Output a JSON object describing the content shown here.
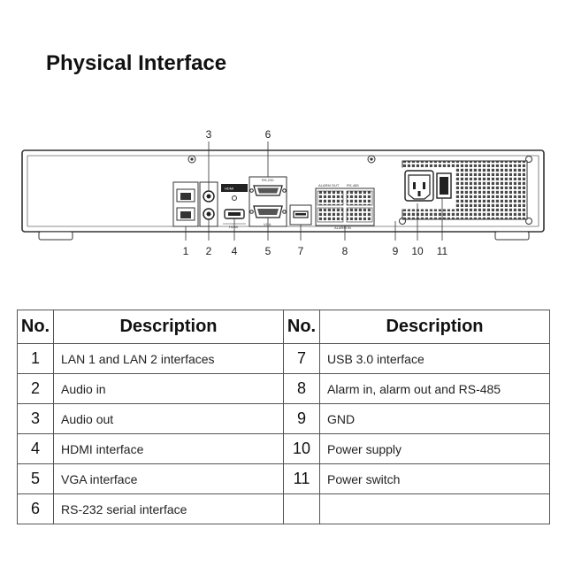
{
  "page_title": "Physical Interface",
  "diagram": {
    "callouts": [
      "1",
      "2",
      "3",
      "4",
      "5",
      "6",
      "7",
      "8",
      "9",
      "10",
      "11"
    ],
    "port_labels": {
      "hdmi_logo": "HDMI",
      "hdmi": "HDMI",
      "vga": "VGA",
      "rs232": "RS-232",
      "alarm_out": "ALARM OUT",
      "rs485": "RS-485",
      "alarm_in": "ALARM IN"
    }
  },
  "table": {
    "headers": {
      "no": "No.",
      "description": "Description"
    },
    "rows": [
      {
        "no_left": "1",
        "desc_left": "LAN 1 and LAN 2 interfaces",
        "no_right": "7",
        "desc_right": "USB 3.0 interface"
      },
      {
        "no_left": "2",
        "desc_left": "Audio in",
        "no_right": "8",
        "desc_right": "Alarm in, alarm out and RS-485"
      },
      {
        "no_left": "3",
        "desc_left": "Audio out",
        "no_right": "9",
        "desc_right": "GND"
      },
      {
        "no_left": "4",
        "desc_left": "HDMI interface",
        "no_right": "10",
        "desc_right": "Power supply"
      },
      {
        "no_left": "5",
        "desc_left": "VGA interface",
        "no_right": "11",
        "desc_right": "Power switch"
      },
      {
        "no_left": "6",
        "desc_left": "RS-232 serial interface",
        "no_right": "",
        "desc_right": ""
      }
    ]
  }
}
